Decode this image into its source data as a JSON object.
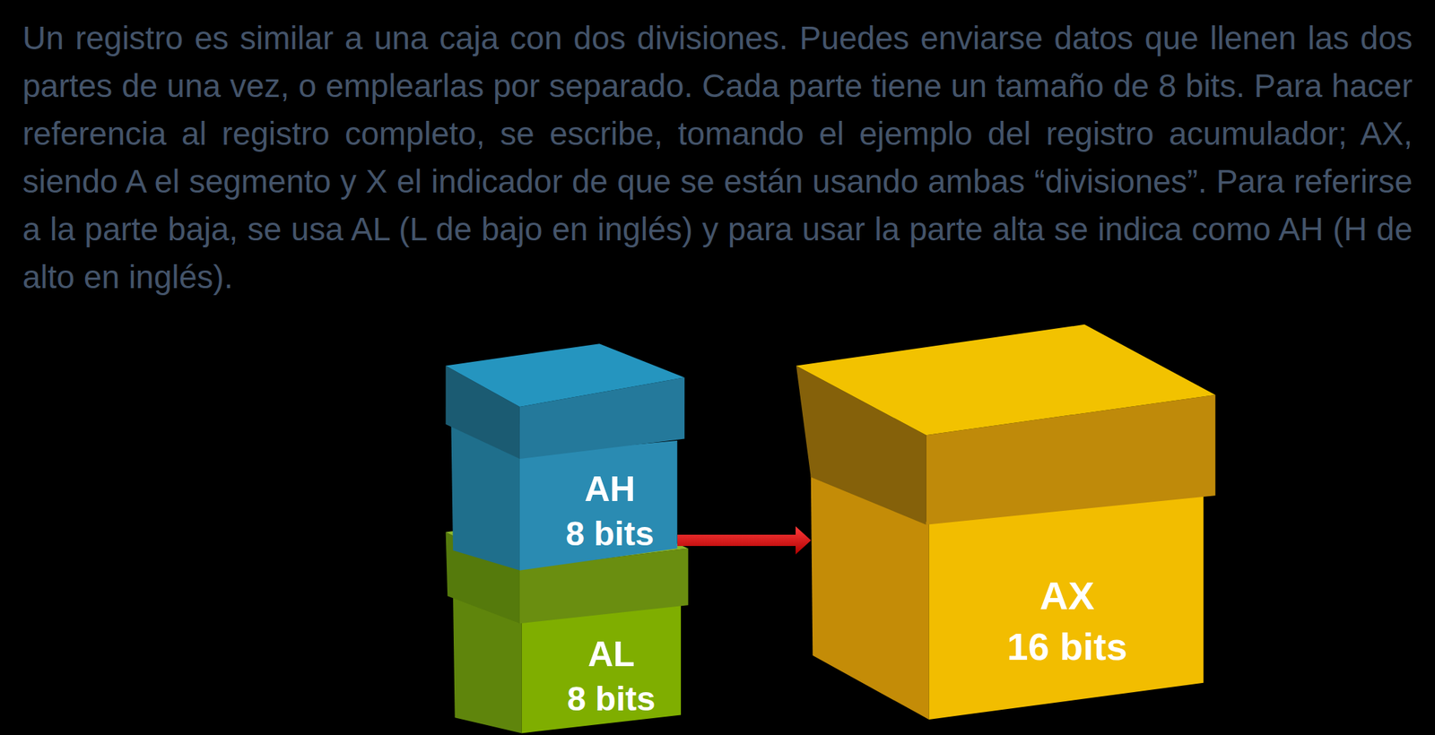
{
  "diagram": {
    "nodes": [
      {
        "text": [
          "AH",
          "8 bits"
        ]
      },
      {
        "text": [
          "AL",
          "8 bits"
        ]
      },
      {
        "text": [
          "AX",
          "16 bits"
        ]
      }
    ],
    "edges": [
      {
        "from": 0,
        "to": 2,
        "arrow": "to"
      }
    ],
    "labels": [
      "Un registro es similar a una caja con dos divisiones. Puedes enviarse datos que llenen las dos partes de una vez, o emplearlas por separado. Cada parte tiene un tamaño de 8 bits. Para hacer referencia al registro completo, se escribe, tomando el ejemplo del registro acumulador; AX, siendo A el segmento y X el indicador de que se están usando ambas “divisiones”. Para referirse a la parte baja, se usa AL (L de bajo en inglés) y para usar la parte alta se indica como AH (H de alto en inglés)."
    ]
  }
}
